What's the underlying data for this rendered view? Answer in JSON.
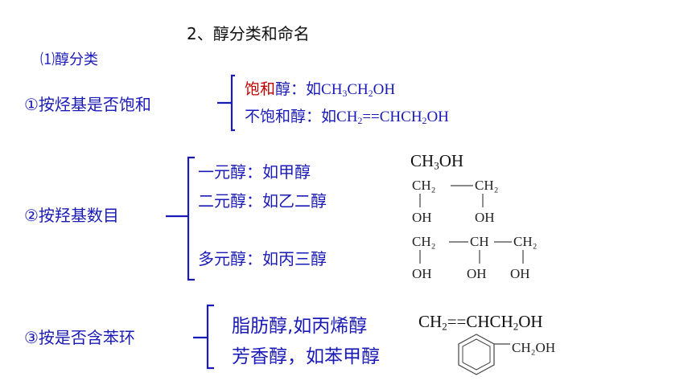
{
  "title": "2、醇分类和命名",
  "subtitle": "⑴醇分类",
  "sections": [
    {
      "label": "①按烃基是否饱和",
      "items": [
        {
          "name_red": "饱和",
          "name_rest": "醇：",
          "example_prefix": "如",
          "formula": [
            "CH",
            "3",
            "CH",
            "2",
            "OH"
          ]
        },
        {
          "name": "不饱和醇：",
          "example_prefix": "如",
          "formula": [
            "CH",
            "2",
            "==CHCH",
            "2",
            "OH"
          ]
        }
      ]
    },
    {
      "label": "②按羟基数目",
      "items": [
        {
          "text": "一元醇：如甲醇"
        },
        {
          "text": "二元醇：如乙二醇"
        },
        {
          "text": "多元醇：如丙三醇"
        }
      ]
    },
    {
      "label": "③按是否含苯环",
      "items": [
        {
          "text": "脂肪醇,如丙烯醇"
        },
        {
          "text": "芳香醇，如苯甲醇"
        }
      ]
    }
  ],
  "structures": {
    "methanol": [
      "CH",
      "3",
      "OH"
    ],
    "ethylene_glycol": {
      "groups": [
        "CH₂",
        "CH₂"
      ],
      "oh": [
        "OH",
        "OH"
      ]
    },
    "glycerol": {
      "groups": [
        "CH₂",
        "CH",
        "CH₂"
      ],
      "oh": [
        "OH",
        "OH",
        "OH"
      ]
    },
    "allyl_alcohol": [
      "CH",
      "2",
      "==CHCH",
      "2",
      "OH"
    ],
    "benzyl_alcohol": {
      "substituent": "CH₂OH"
    }
  }
}
